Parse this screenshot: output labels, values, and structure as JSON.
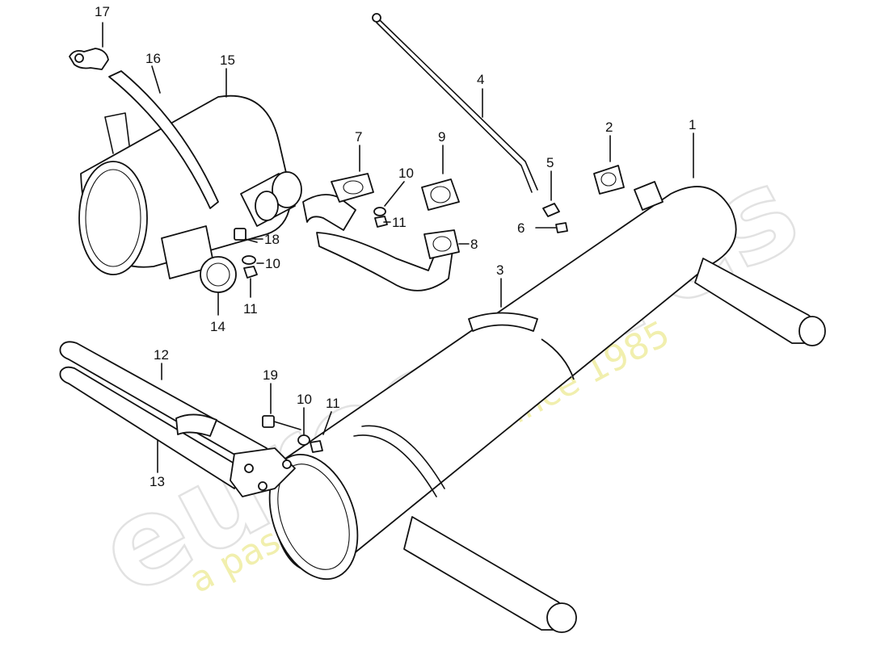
{
  "watermark": {
    "brand": "eurospares",
    "tagline": "a passion for parts since 1985"
  },
  "callouts": [
    {
      "id": "1",
      "label": "1"
    },
    {
      "id": "2",
      "label": "2"
    },
    {
      "id": "3",
      "label": "3"
    },
    {
      "id": "4",
      "label": "4"
    },
    {
      "id": "5",
      "label": "5"
    },
    {
      "id": "6",
      "label": "6"
    },
    {
      "id": "7",
      "label": "7"
    },
    {
      "id": "8",
      "label": "8"
    },
    {
      "id": "9",
      "label": "9"
    },
    {
      "id": "10a",
      "label": "10"
    },
    {
      "id": "10b",
      "label": "10"
    },
    {
      "id": "10c",
      "label": "10"
    },
    {
      "id": "11a",
      "label": "11"
    },
    {
      "id": "11b",
      "label": "11"
    },
    {
      "id": "11c",
      "label": "11"
    },
    {
      "id": "12",
      "label": "12"
    },
    {
      "id": "13",
      "label": "13"
    },
    {
      "id": "14",
      "label": "14"
    },
    {
      "id": "15",
      "label": "15"
    },
    {
      "id": "16",
      "label": "16"
    },
    {
      "id": "17",
      "label": "17"
    },
    {
      "id": "18",
      "label": "18"
    },
    {
      "id": "19",
      "label": "19"
    }
  ]
}
